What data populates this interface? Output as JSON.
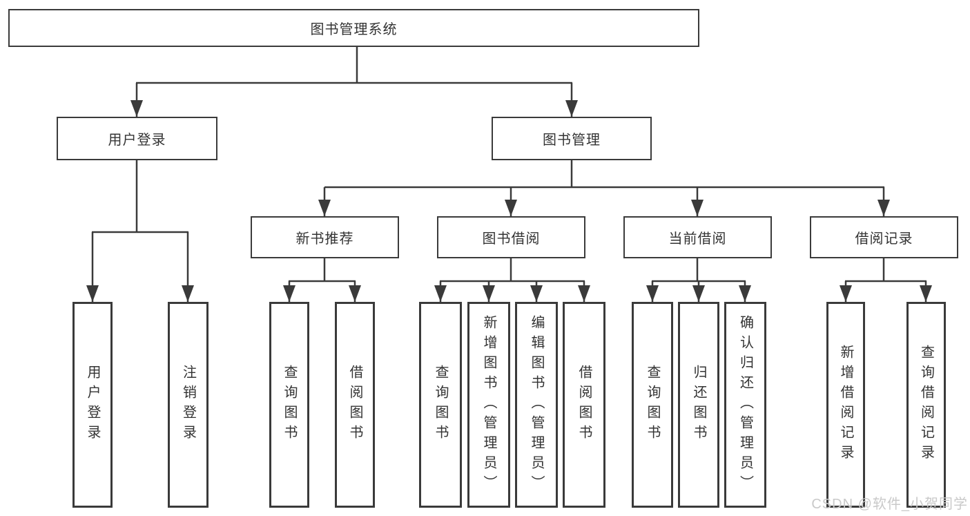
{
  "tree": {
    "label": "图书管理系统",
    "children": [
      {
        "label": "用户登录",
        "children": [
          {
            "label": "用户登录"
          },
          {
            "label": "注销登录"
          }
        ]
      },
      {
        "label": "图书管理",
        "children": [
          {
            "label": "新书推荐",
            "children": [
              {
                "label": "查询图书"
              },
              {
                "label": "借阅图书"
              }
            ]
          },
          {
            "label": "图书借阅",
            "children": [
              {
                "label": "查询图书"
              },
              {
                "label": "新增图书（管理员）"
              },
              {
                "label": "编辑图书（管理员）"
              },
              {
                "label": "借阅图书"
              }
            ]
          },
          {
            "label": "当前借阅",
            "children": [
              {
                "label": "查询图书"
              },
              {
                "label": "归还图书"
              },
              {
                "label": "确认归还（管理员）"
              }
            ]
          },
          {
            "label": "借阅记录",
            "children": [
              {
                "label": "新增借阅记录"
              },
              {
                "label": "查询借阅记录"
              }
            ]
          }
        ]
      }
    ]
  },
  "watermark": {
    "text": "CSDN @软件_小贺同学"
  },
  "colors": {
    "line": "#3a3a3a",
    "box_border": "#3a3a3a",
    "text": "#333333",
    "box_background": "#ffffff",
    "canvas_background": "#ffffff",
    "watermark": "#c9c9c9"
  }
}
